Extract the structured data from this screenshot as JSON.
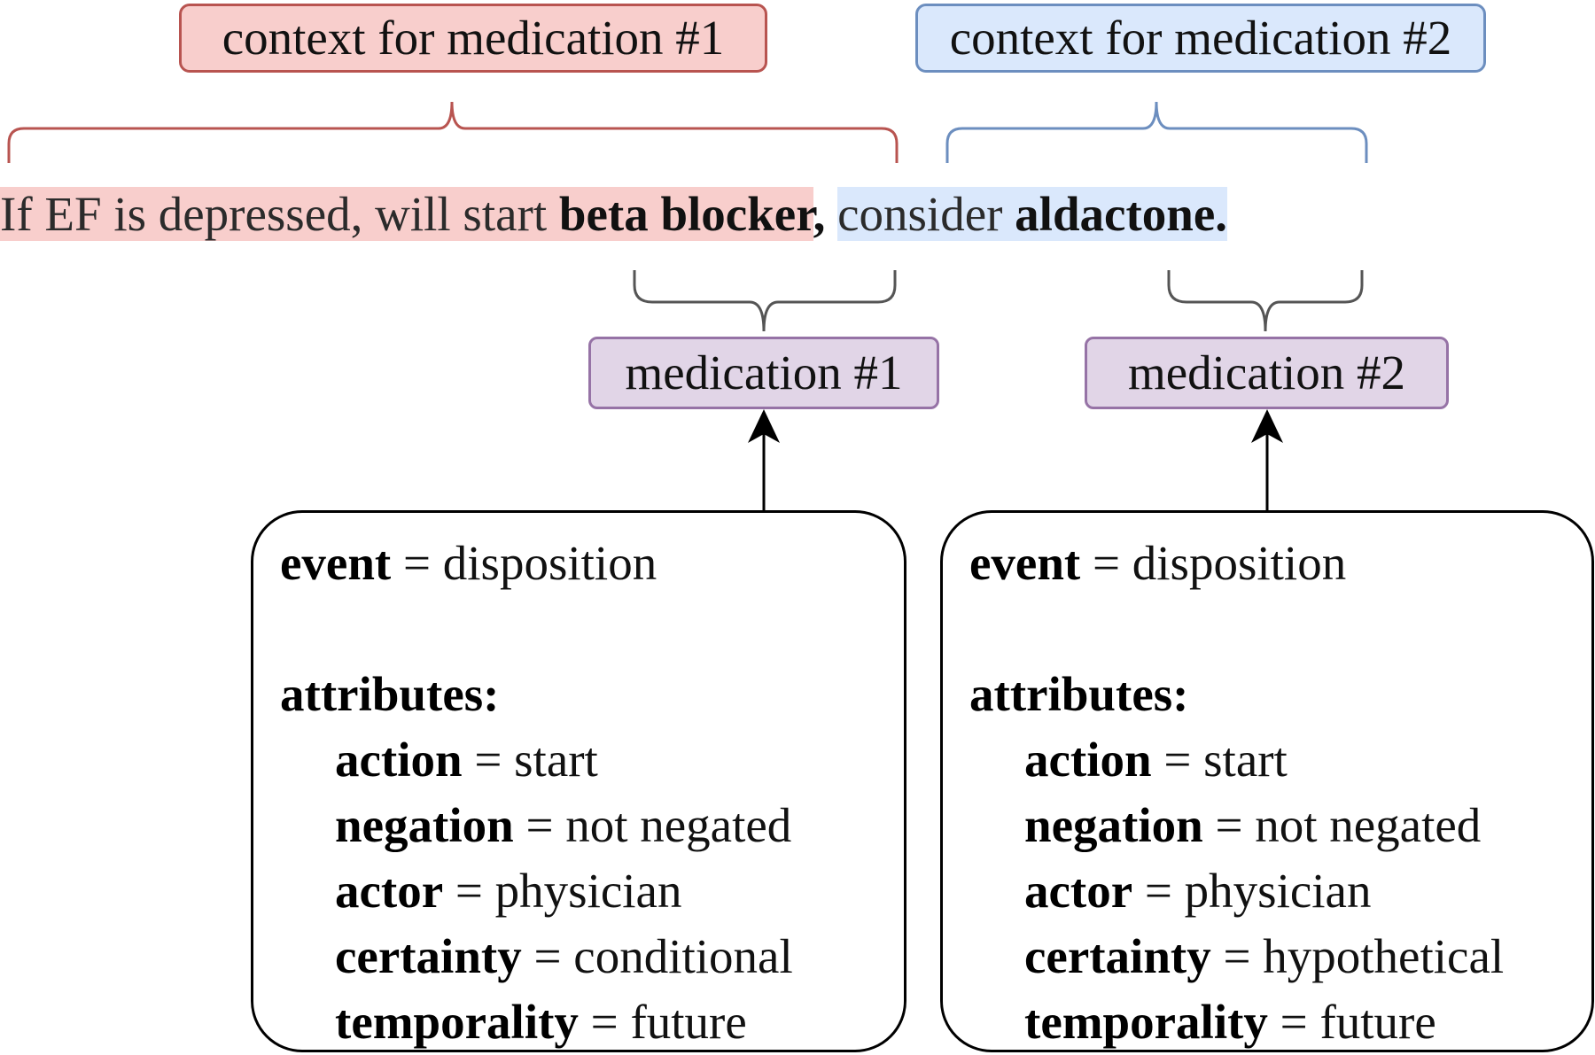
{
  "context_labels": {
    "med1": "context for medication #1",
    "med2": "context for medication #2"
  },
  "sentence": {
    "part1_plain": "If EF is depressed, will start ",
    "part1_bold": "beta blocker",
    "comma": ",",
    "part2_plain": "consider ",
    "part2_bold": "aldactone."
  },
  "medication_labels": {
    "med1": "medication #1",
    "med2": "medication #2"
  },
  "attribute_boxes": [
    {
      "event_key": "event",
      "event_value": "disposition",
      "attributes_heading": "attributes:",
      "attributes": [
        {
          "key": "action",
          "value": "start"
        },
        {
          "key": "negation",
          "value": "not negated"
        },
        {
          "key": "actor",
          "value": "physician"
        },
        {
          "key": "certainty",
          "value": "conditional"
        },
        {
          "key": "temporality",
          "value": "future"
        }
      ]
    },
    {
      "event_key": "event",
      "event_value": "disposition",
      "attributes_heading": "attributes:",
      "attributes": [
        {
          "key": "action",
          "value": "start"
        },
        {
          "key": "negation",
          "value": "not negated"
        },
        {
          "key": "actor",
          "value": "physician"
        },
        {
          "key": "certainty",
          "value": "hypothetical"
        },
        {
          "key": "temporality",
          "value": "future"
        }
      ]
    }
  ],
  "colors": {
    "context1_fill": "#f8cecc",
    "context1_stroke": "#b85450",
    "context2_fill": "#dae8fc",
    "context2_stroke": "#6c8ebf",
    "medication_fill": "#e1d5e7",
    "medication_stroke": "#9673a6"
  }
}
